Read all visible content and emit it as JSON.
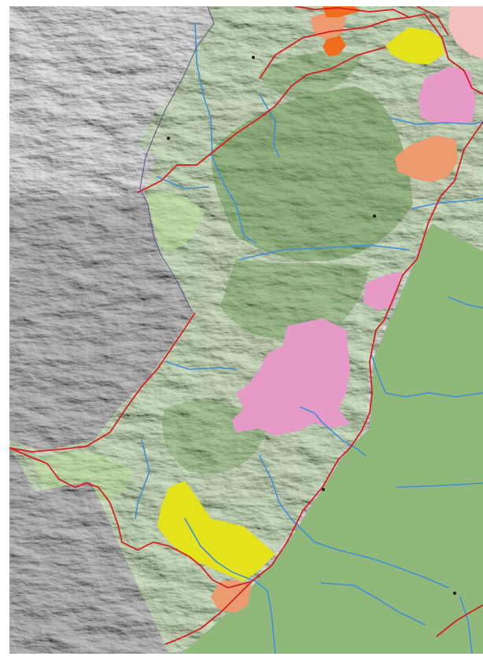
{
  "map": {
    "kind": "shaded-relief land-cover map",
    "labels": [],
    "colors": {
      "relief_gray": "#8f8f8f",
      "forest_dark_green": "#5f8f45",
      "forest_light_green": "#a9d47d",
      "lowland_sage": "#8fb87a",
      "pink_zone": "#e59ac8",
      "yellow_zone": "#e4e21a",
      "salmon_zone": "#eb9b6f",
      "orange_zone": "#f06d1e",
      "pale_pink_zone": "#f2c0c0",
      "boundary_red": "#d42020",
      "river_blue": "#3f8fd8",
      "frame": "#ffffff"
    },
    "features": {
      "regions": [
        "relief-terrain",
        "forested-mountain",
        "lowland-plain"
      ],
      "land_cover_patches": [
        "pink",
        "yellow",
        "salmon",
        "orange",
        "pale-pink"
      ],
      "lines": [
        "red-boundary",
        "blue-rivers"
      ],
      "point_markers": 5
    }
  }
}
